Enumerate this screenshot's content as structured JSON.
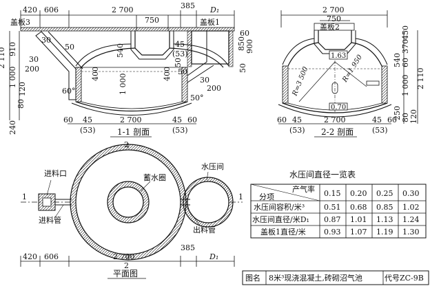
{
  "section_1": {
    "title": "1-1 剖面",
    "top_dims": [
      "420",
      "606",
      "2 700",
      "385"
    ],
    "top_dim_d1": "D₁",
    "inner_top": "750",
    "cover3": "盖板3",
    "cover1": "盖板1",
    "left_dims": [
      "2 110",
      "910",
      "1 000",
      "120",
      "80",
      "240"
    ],
    "left_pipe_dims": [
      "30",
      "50",
      "200",
      "30"
    ],
    "inner_dims": [
      "540",
      "400",
      "1 000",
      "400",
      "45",
      "(53)",
      "50",
      "30",
      "200",
      "50"
    ],
    "right_dims": [
      "60",
      "850",
      "900",
      "50"
    ],
    "angle_left": "60°",
    "angle_right": "50°",
    "bottom_dims": [
      "60",
      "45",
      "(53)",
      "2 700",
      "45",
      "(53)",
      "60"
    ]
  },
  "section_2": {
    "title": "2-2 剖面",
    "top_dim": "2 700",
    "inner_top": "750",
    "cover2": "盖板2",
    "right_dims": [
      "450",
      "370",
      "60",
      "540",
      "2 110",
      "1 000",
      "250",
      "80",
      "120"
    ],
    "boxed1": "1.63",
    "radius1": "R=3 500",
    "radius2": "R=1 950",
    "boxed2": "0.70",
    "bottom_dims": [
      "60",
      "45",
      "(53)",
      "2 700",
      "45",
      "(53)",
      "60"
    ]
  },
  "plan": {
    "title": "平面图",
    "section_mark_top": "2",
    "section_mark_bottom": "2",
    "section_mark_left": "1",
    "section_mark_right": "1",
    "inlet": "进料口",
    "inlet_pipe": "进料管",
    "storage_ring": "蓄水圈",
    "pressure_room": "水压间",
    "outlet_pipe": "出料管",
    "dim_385": "385",
    "bottom_dims": [
      "420",
      "606",
      "2 700",
      "D₁"
    ]
  },
  "table": {
    "title": "水压间直径一览表",
    "header_top": "产气率",
    "header_bottom": "分项",
    "columns": [
      "0.15",
      "0.20",
      "0.25",
      "0.30"
    ],
    "rows": [
      {
        "label": "水压间容积/米³",
        "values": [
          "0.51",
          "0.68",
          "0.85",
          "1.02"
        ]
      },
      {
        "label": "水压间直径/米D₁",
        "values": [
          "0.87",
          "1.01",
          "1.13",
          "1.24"
        ]
      },
      {
        "label": "盖板1直径/米",
        "values": [
          "0.93",
          "1.07",
          "1.19",
          "1.30"
        ]
      }
    ]
  },
  "title_block": {
    "label": "图名",
    "name": "8米³现浇混凝土,砖砌沼气池",
    "code": "代号ZC-9B"
  }
}
